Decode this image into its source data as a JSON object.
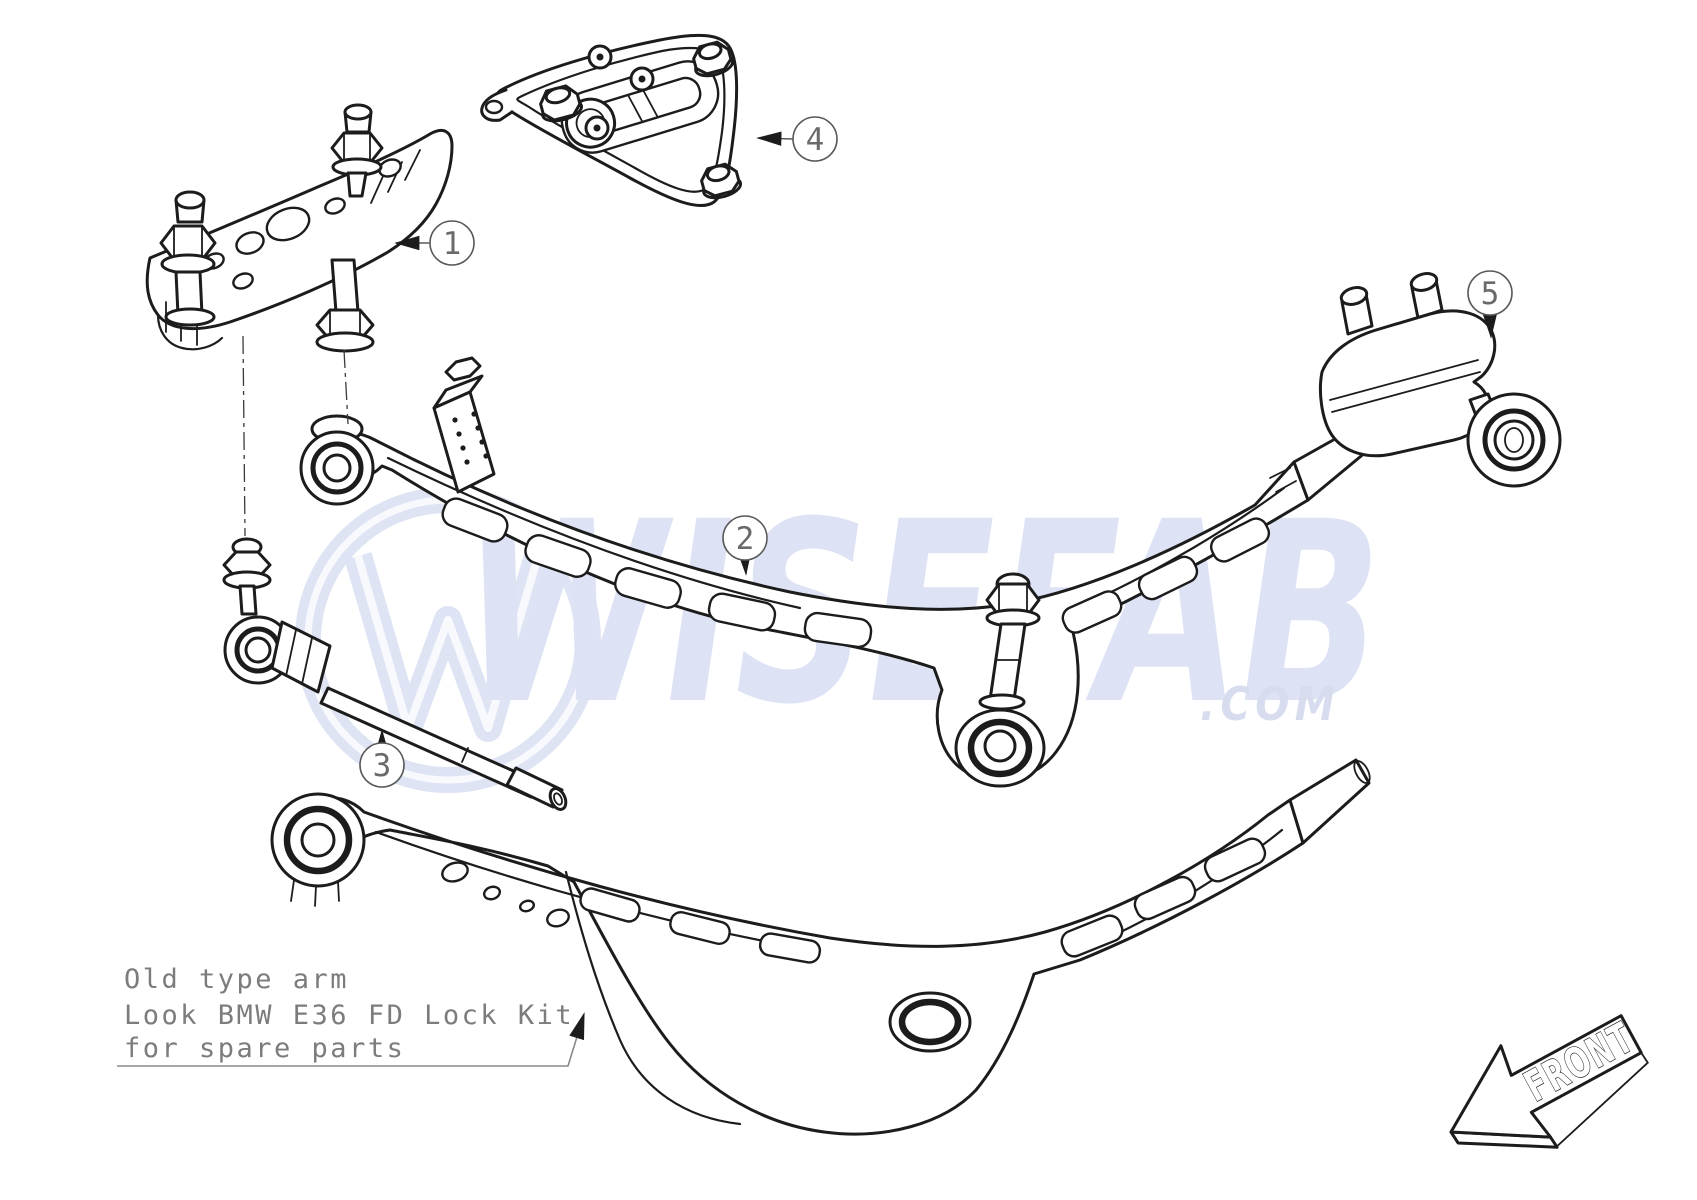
{
  "diagram": {
    "type": "exploded-parts-diagram",
    "subject": "BMW E36 FD lock kit front lower arm assembly",
    "callouts": [
      "1",
      "2",
      "3",
      "4",
      "5"
    ],
    "note": {
      "line1": "Old type arm",
      "line2": "Look BMW E36 FD Lock Kit",
      "line3": "for spare parts"
    },
    "front_label": "FRONT",
    "watermark": {
      "brand": "WISEFAB",
      "suffix": ".COM"
    }
  },
  "colors": {
    "background": "#ffffff",
    "line_art": "#1c1c1c",
    "callout": "#5a5a5a",
    "note_text": "#7c7c7c",
    "watermark": "#dce2f3"
  }
}
